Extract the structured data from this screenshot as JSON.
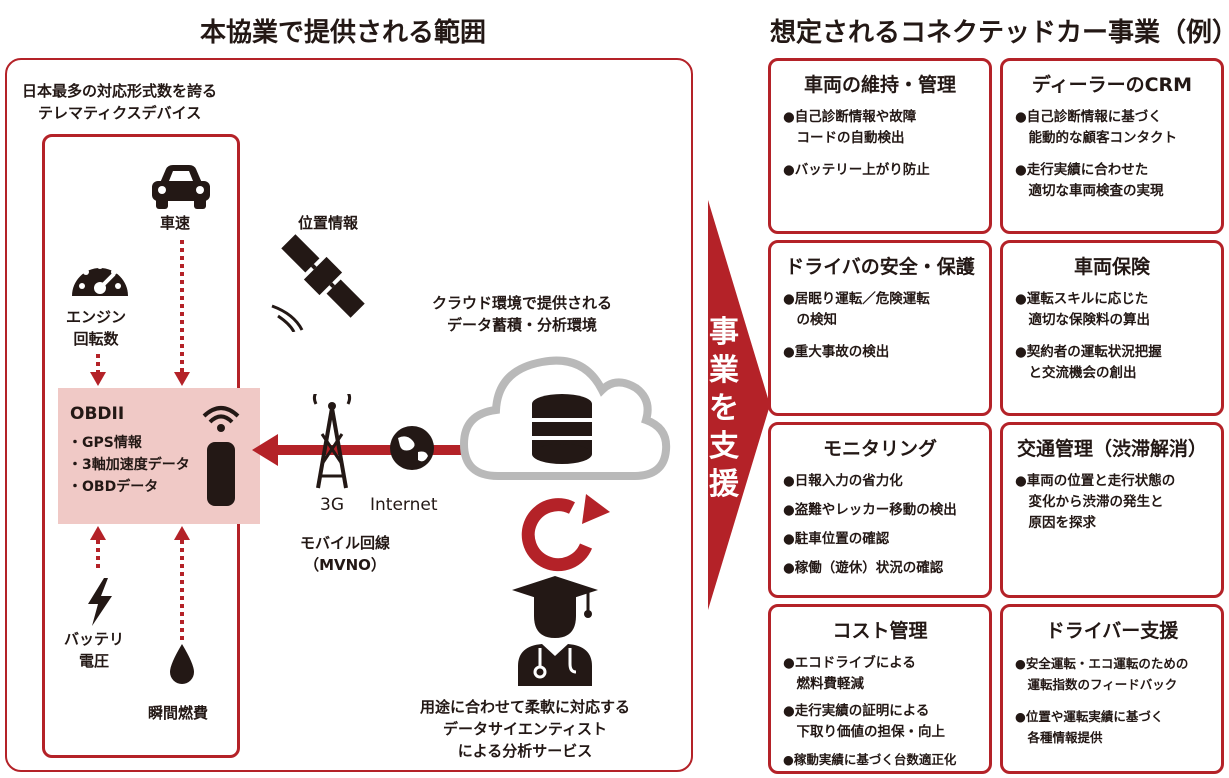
{
  "titles": {
    "left": "本協業で提供される範囲",
    "right": "想定されるコネクテッドカー事業（例）"
  },
  "device": {
    "caption_line1": "日本最多の対応形式数を誇る",
    "caption_line2": "テレマティクスデバイス",
    "sources": {
      "speed": "車速",
      "rpm_line1": "エンジン",
      "rpm_line2": "回転数",
      "battery_line1": "バッテリ",
      "battery_line2": "電圧",
      "fuel": "瞬間燃費"
    },
    "obd": {
      "title": "OBDII",
      "items": [
        "・GPS情報",
        "・3軸加速度データ",
        "・OBDデータ"
      ]
    }
  },
  "network": {
    "gps": "位置情報",
    "label_3g": "3G",
    "label_internet": "Internet",
    "mobile_line1": "モバイル回線",
    "mobile_line2": "（MVNO）"
  },
  "cloud": {
    "line1": "クラウド環境で提供される",
    "line2": "データ蓄積・分析環境"
  },
  "scientist": {
    "line1": "用途に合わせて柔軟に対応する",
    "line2": "データサイエンティスト",
    "line3": "による分析サービス"
  },
  "support_arrow": {
    "chars": [
      "事",
      "業",
      "を",
      "支",
      "援"
    ]
  },
  "businesses": [
    {
      "title": "車両の維持・管理",
      "items": [
        "●自己診断情報や故障\n　コードの自動検出",
        "●バッテリー上がり防止"
      ]
    },
    {
      "title": "ディーラーのCRM",
      "items": [
        "●自己診断情報に基づく\n　能動的な顧客コンタクト",
        "●走行実績に合わせた\n　適切な車両検査の実現"
      ]
    },
    {
      "title": "ドライバの安全・保護",
      "items": [
        "●居眠り運転／危険運転\n　の検知",
        "●重大事故の検出"
      ]
    },
    {
      "title": "車両保険",
      "items": [
        "●運転スキルに応じた\n　適切な保険料の算出",
        "●契約者の運転状況把握\n　と交流機会の創出"
      ]
    },
    {
      "title": "モニタリング",
      "items": [
        "●日報入力の省力化",
        "●盗難やレッカー移動の検出",
        "●駐車位置の確認",
        "●稼働（遊休）状況の確認"
      ]
    },
    {
      "title": "交通管理（渋滞解消）",
      "items": [
        "●車両の位置と走行状態の\n　変化から渋滞の発生と\n　原因を探求"
      ]
    },
    {
      "title": "コスト管理",
      "items": [
        "●エコドライブによる\n　燃料費軽減",
        "●走行実績の証明による\n　下取り価値の担保・向上",
        "●稼動実績に基づく台数適正化"
      ]
    },
    {
      "title": "ドライバー支援",
      "items": [
        "●安全運転・エコ運転のための\n　運転指数のフィードバック",
        "●位置や運転実績に基づく\n　各種情報提供"
      ]
    }
  ],
  "colors": {
    "accent": "#b42228",
    "obd_bg": "#f0c9c6",
    "icon": "#231815",
    "cloud_outline": "#b9b9b9"
  }
}
